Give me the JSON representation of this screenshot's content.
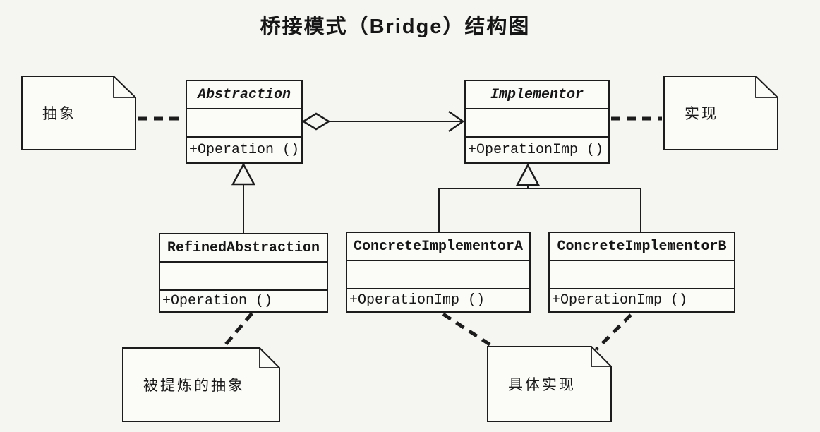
{
  "title": "桥接模式（Bridge）结构图",
  "colors": {
    "line": "#1c1c1c",
    "paper": "#f5f5f2",
    "fill": "#fbfbf8"
  },
  "classes": [
    {
      "name": "Abstraction",
      "abstract": true,
      "attributes": "",
      "method": "+Operation ()"
    },
    {
      "name": "Implementor",
      "abstract": true,
      "attributes": "",
      "method": "+OperationImp ()"
    },
    {
      "name": "RefinedAbstraction",
      "abstract": false,
      "attributes": "",
      "method": "+Operation ()"
    },
    {
      "name": "ConcreteImplementorA",
      "abstract": false,
      "attributes": "",
      "method": "+OperationImp ()"
    },
    {
      "name": "ConcreteImplementorB",
      "abstract": false,
      "attributes": "",
      "method": "+OperationImp ()"
    }
  ],
  "notes": [
    {
      "text": "抽象"
    },
    {
      "text": "实现"
    },
    {
      "text": "被提炼的抽象"
    },
    {
      "text": "具体实现"
    }
  ],
  "relationships": [
    {
      "type": "aggregation",
      "from": "Abstraction",
      "to": "Implementor"
    },
    {
      "type": "generalization",
      "from": "RefinedAbstraction",
      "to": "Abstraction"
    },
    {
      "type": "generalization",
      "from": "ConcreteImplementorA",
      "to": "Implementor"
    },
    {
      "type": "generalization",
      "from": "ConcreteImplementorB",
      "to": "Implementor"
    },
    {
      "type": "note-attachment",
      "from": "抽象",
      "to": "Abstraction"
    },
    {
      "type": "note-attachment",
      "from": "实现",
      "to": "Implementor"
    },
    {
      "type": "note-attachment",
      "from": "被提炼的抽象",
      "to": "RefinedAbstraction"
    },
    {
      "type": "note-attachment",
      "from": "具体实现",
      "to": "ConcreteImplementorA"
    },
    {
      "type": "note-attachment",
      "from": "具体实现",
      "to": "ConcreteImplementorB"
    }
  ]
}
